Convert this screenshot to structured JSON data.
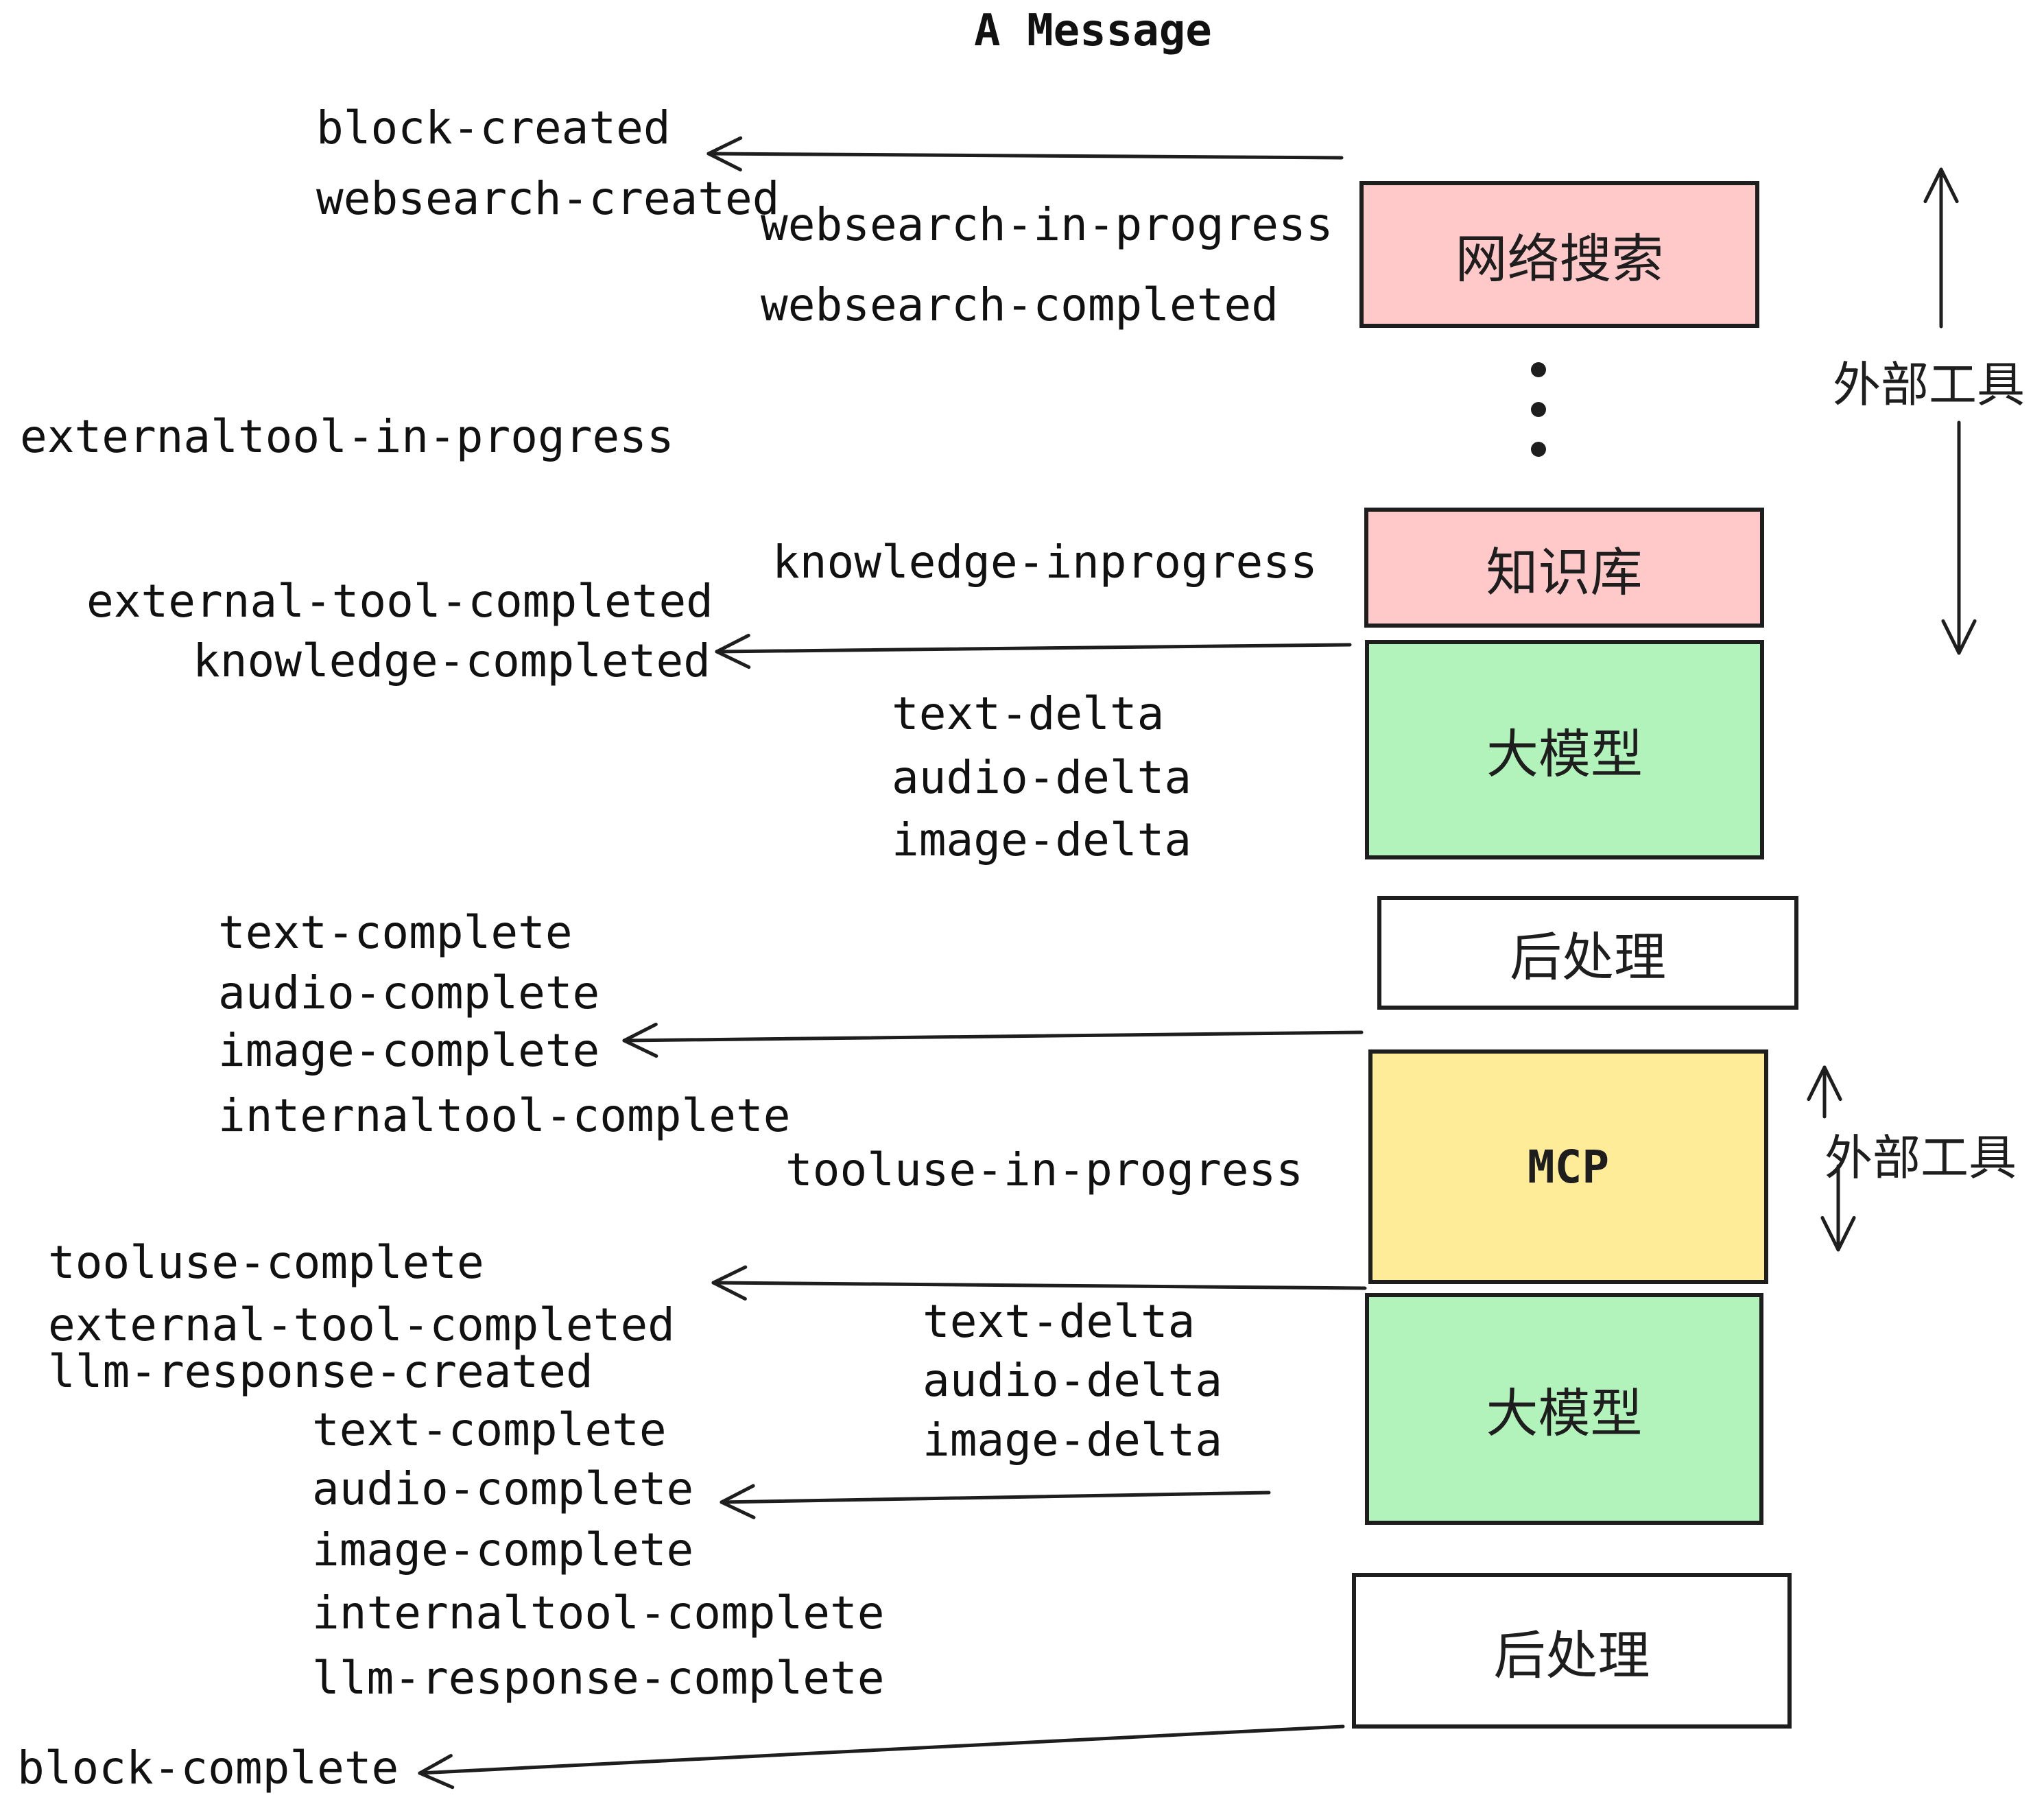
{
  "title": "A Message",
  "colors": {
    "ink": "#1e1e1e",
    "pink": "#ffc9c9",
    "green": "#b2f2bb",
    "yellow": "#ffec99",
    "white": "#ffffff"
  },
  "boxes": [
    {
      "label": "网络搜索",
      "color": "#ffc9c9"
    },
    {
      "label": "知识库",
      "color": "#ffc9c9"
    },
    {
      "label": "大模型",
      "color": "#b2f2bb"
    },
    {
      "label": "后处理",
      "color": "#ffffff"
    },
    {
      "label": "MCP",
      "color": "#ffec99"
    },
    {
      "label": "大模型",
      "color": "#b2f2bb"
    },
    {
      "label": "后处理",
      "color": "#ffffff"
    }
  ],
  "side_labels": [
    {
      "text": "外部工具"
    },
    {
      "text": "外部工具"
    }
  ],
  "events": [
    {
      "text": "block-created"
    },
    {
      "text": "websearch-created"
    },
    {
      "text": "websearch-in-progress"
    },
    {
      "text": "websearch-completed"
    },
    {
      "text": "externaltool-in-progress"
    },
    {
      "text": "knowledge-inprogress"
    },
    {
      "text": "external-tool-completed"
    },
    {
      "text": "knowledge-completed"
    },
    {
      "text": "text-delta"
    },
    {
      "text": "audio-delta"
    },
    {
      "text": "image-delta"
    },
    {
      "text": "text-complete"
    },
    {
      "text": "audio-complete"
    },
    {
      "text": "image-complete"
    },
    {
      "text": "internaltool-complete"
    },
    {
      "text": "tooluse-in-progress"
    },
    {
      "text": "tooluse-complete"
    },
    {
      "text": "external-tool-completed"
    },
    {
      "text": "llm-response-created"
    },
    {
      "text": "text-complete"
    },
    {
      "text": "audio-complete"
    },
    {
      "text": "image-complete"
    },
    {
      "text": "internaltool-complete"
    },
    {
      "text": "llm-response-complete"
    },
    {
      "text": "text-delta"
    },
    {
      "text": "audio-delta"
    },
    {
      "text": "image-delta"
    },
    {
      "text": "block-complete"
    }
  ]
}
